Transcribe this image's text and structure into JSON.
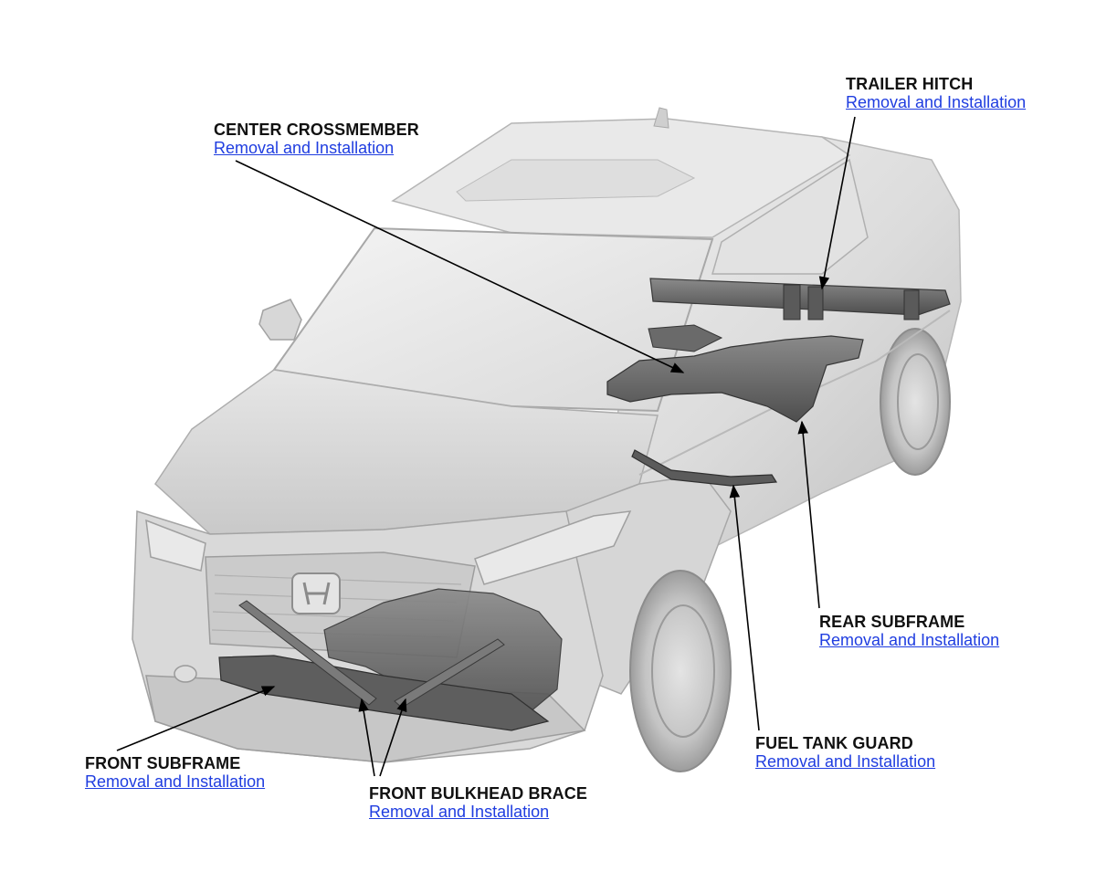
{
  "colors": {
    "link": "#1f3de0",
    "label": "#111111",
    "body_light": "#ececec",
    "body_mid": "#d4d4d4",
    "body_dark": "#a9a9a9",
    "part_dark": "#5e5e5e"
  },
  "callouts": {
    "trailer_hitch": {
      "title": "TRAILER HITCH",
      "link": "Removal and Installation"
    },
    "center_crossmember": {
      "title": "CENTER CROSSMEMBER",
      "link": "Removal and Installation"
    },
    "rear_subframe": {
      "title": "REAR SUBFRAME",
      "link": "Removal and Installation"
    },
    "fuel_tank_guard": {
      "title": "FUEL TANK GUARD",
      "link": "Removal and Installation"
    },
    "front_subframe": {
      "title": "FRONT SUBFRAME",
      "link": "Removal and Installation"
    },
    "front_bulkhead_brace": {
      "title": "FRONT BULKHEAD BRACE",
      "link": "Removal and Installation"
    }
  }
}
